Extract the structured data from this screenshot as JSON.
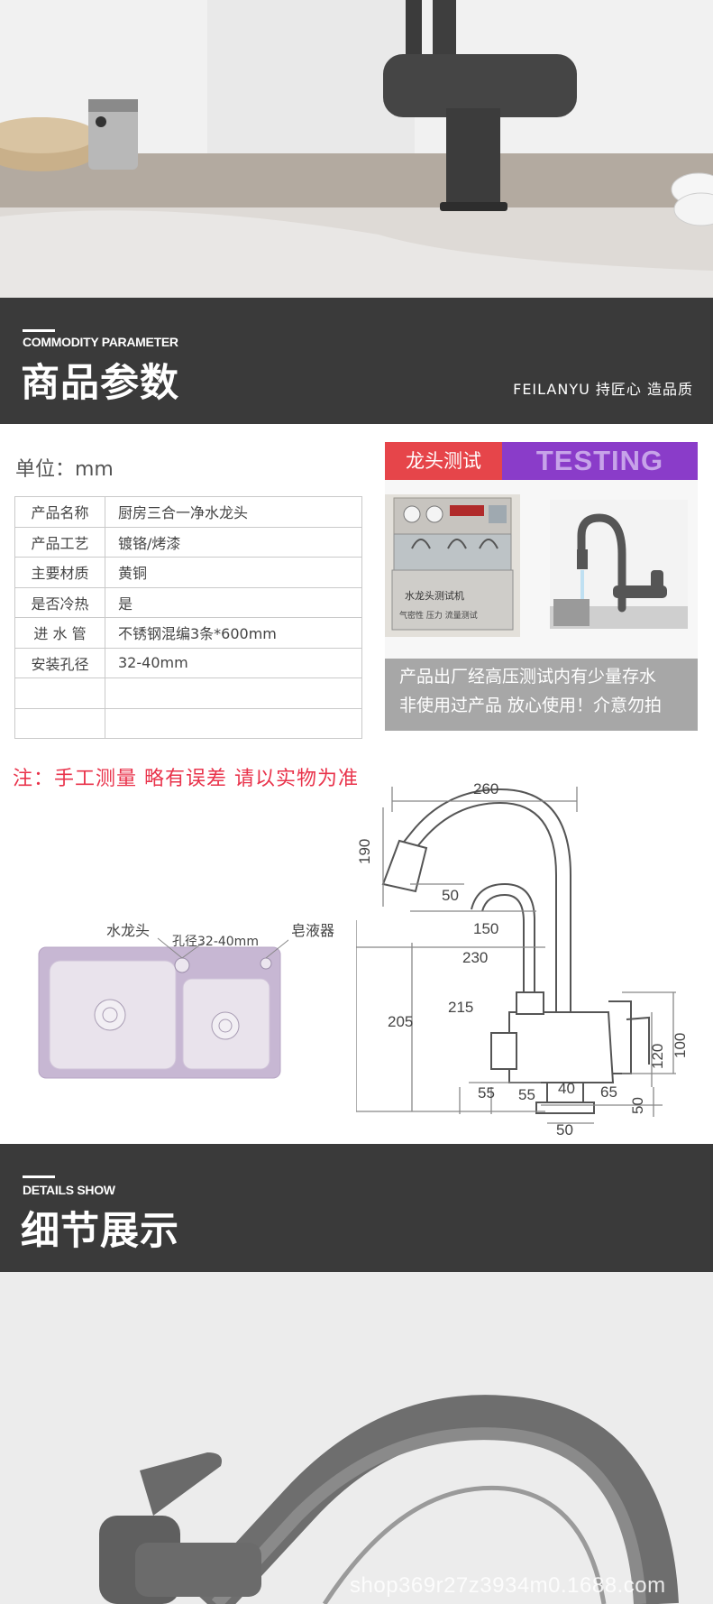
{
  "hero": {
    "alt": ""
  },
  "commodity_section": {
    "en_title": "COMMODITY PARAMETER",
    "cn_title": "商品参数",
    "brand": "FEILANYU 持匠心 造品质"
  },
  "params": {
    "unit_label": "单位：mm",
    "rows": [
      {
        "key": "产品名称",
        "value": "厨房三合一净水龙头"
      },
      {
        "key": "产品工艺",
        "value": "镀铬/烤漆"
      },
      {
        "key": "主要材质",
        "value": "黄铜"
      },
      {
        "key": "是否冷热",
        "value": "是"
      },
      {
        "key": "进 水 管",
        "value": "不锈钢混编3条*600mm"
      },
      {
        "key": "安装孔径",
        "value": "32-40mm"
      },
      {
        "key": "",
        "value": ""
      },
      {
        "key": "",
        "value": ""
      }
    ]
  },
  "testing": {
    "tab_cn": "龙头测试",
    "tab_en": "TESTING",
    "machine_label": "水龙头测试机",
    "machine_sub": "气密性  压力  流量测试",
    "note_line1": "产品出厂经高压测试内有少量存水",
    "note_line2": "非使用过产品 放心使用！介意勿拍"
  },
  "warning": "注：手工测量 略有误差 请以实物为准",
  "sink": {
    "faucet_label": "水龙头",
    "hole_label": "孔径32-40mm",
    "soap_label": "皂液器"
  },
  "dimensions": {
    "d260": "260",
    "d190": "190",
    "d50_top": "50",
    "d150": "150",
    "d230": "230",
    "d205": "205",
    "d215": "215",
    "d100": "100",
    "d120": "120",
    "d55_a": "55",
    "d55_b": "55",
    "d40": "40",
    "d65": "65",
    "d50_right": "50",
    "d50_bottom": "50"
  },
  "details_section": {
    "en_title": "DETAILS SHOW",
    "cn_title": "细节展示"
  },
  "watermark": "shop369r27z3934m0.1688.com",
  "colors": {
    "header_bg": "#3a3a3a",
    "tab_red": "#e6454a",
    "tab_purple": "#8a3cc9",
    "warning_red": "#e9334b"
  }
}
